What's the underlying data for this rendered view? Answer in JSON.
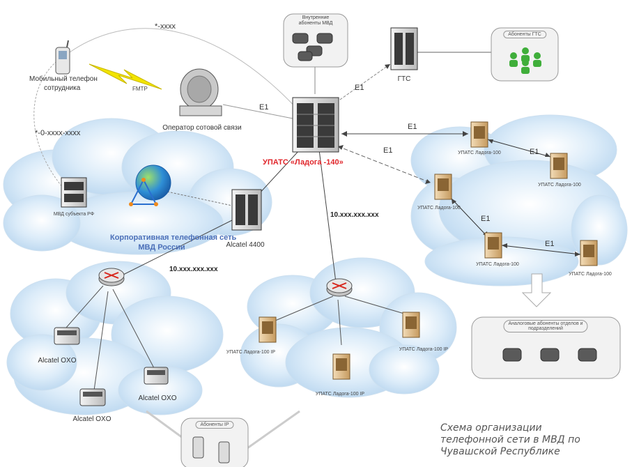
{
  "diagram": {
    "hub_label": "УПАТС «Ладога -140»",
    "gts": "ГТС",
    "gts_subscribers": "Абоненты ГТС",
    "internal_subscribers_line1": "Внутренние",
    "internal_subscribers_line2": "абоненты МВД",
    "mobile_phone_line1": "Мобильный телефон",
    "mobile_phone_line2": "сотрудника",
    "fmtp": "FMTP",
    "mobile_operator": "Оператор сотовой связи",
    "code_short": "*-xxxx",
    "code_long": "*-0-xxxx-xxxx",
    "e1": "E1",
    "mvd_subject": "МВД субъекта РФ",
    "corp_network_line1": "Корпоративная телефонная сеть",
    "corp_network_line2": "МВД России",
    "alcatel_4400": "Alcatel 4400",
    "ip_address": "10.xxx.xxx.xxx",
    "alcatel_oxo": "Alcatel OXO",
    "ip_subscribers": "Абоненты IP",
    "ladoga_100": "УПАТС Ладога-100",
    "ladoga_100_ip": "УПАТС Ладога-100 IP",
    "analog_subscribers_line1": "Аналоговые абоненты отделов и",
    "analog_subscribers_line2": "подразделений"
  },
  "caption": {
    "line1": "Схема организации",
    "line2": "телефонной сети в МВД по",
    "line3": "Чувашской Республике"
  },
  "colors": {
    "hub_label": "#e0262b",
    "corp_network_label": "#4b6fb8",
    "cloud": "#cfe4f6",
    "caption": "#555555"
  }
}
